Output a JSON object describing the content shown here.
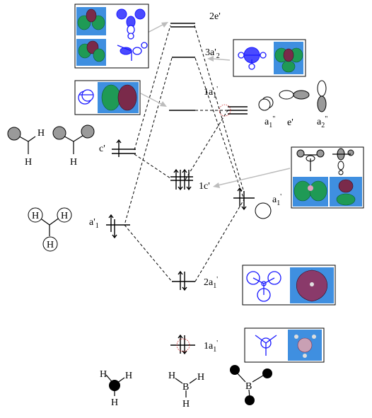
{
  "mo_labels": {
    "e2": "2e'",
    "a2_top": "3a'",
    "a2_top_sub": "2",
    "a1p": "1a",
    "a1p_sub": "1",
    "a1p_prime": "'",
    "c1": "1c'",
    "a1_2": "2a",
    "a1_2_sub": "1",
    "a1_2_prime": "'",
    "a1_1": "1a",
    "a1_1_sub": "1",
    "a1_1_prime": "'"
  },
  "left_labels": {
    "c_prime": "c'",
    "a_prime": "a'",
    "a_prime_sub": "1"
  },
  "right_labels": {
    "a1_dp": "a",
    "a1_dp_sub": "1",
    "a1_dp_sup": "\"",
    "e_prime": "e'",
    "a2_dp": "a",
    "a2_dp_sub": "2",
    "a2_dp_sup": "\"",
    "a1_p": "a",
    "a1_p_sub": "1",
    "a1_p_sup": "'"
  },
  "atoms": {
    "H": "H",
    "B": "B"
  },
  "colors": {
    "accent_blue": "#1a1aff",
    "mo_tile": "#3f8fe0",
    "lobe_green": "#1f9a55",
    "lobe_red": "#7a2a4a",
    "orbital_gray": "#9a9a9a",
    "arrow_gray": "#bdbdbd",
    "dotted_red": "#d02020"
  }
}
